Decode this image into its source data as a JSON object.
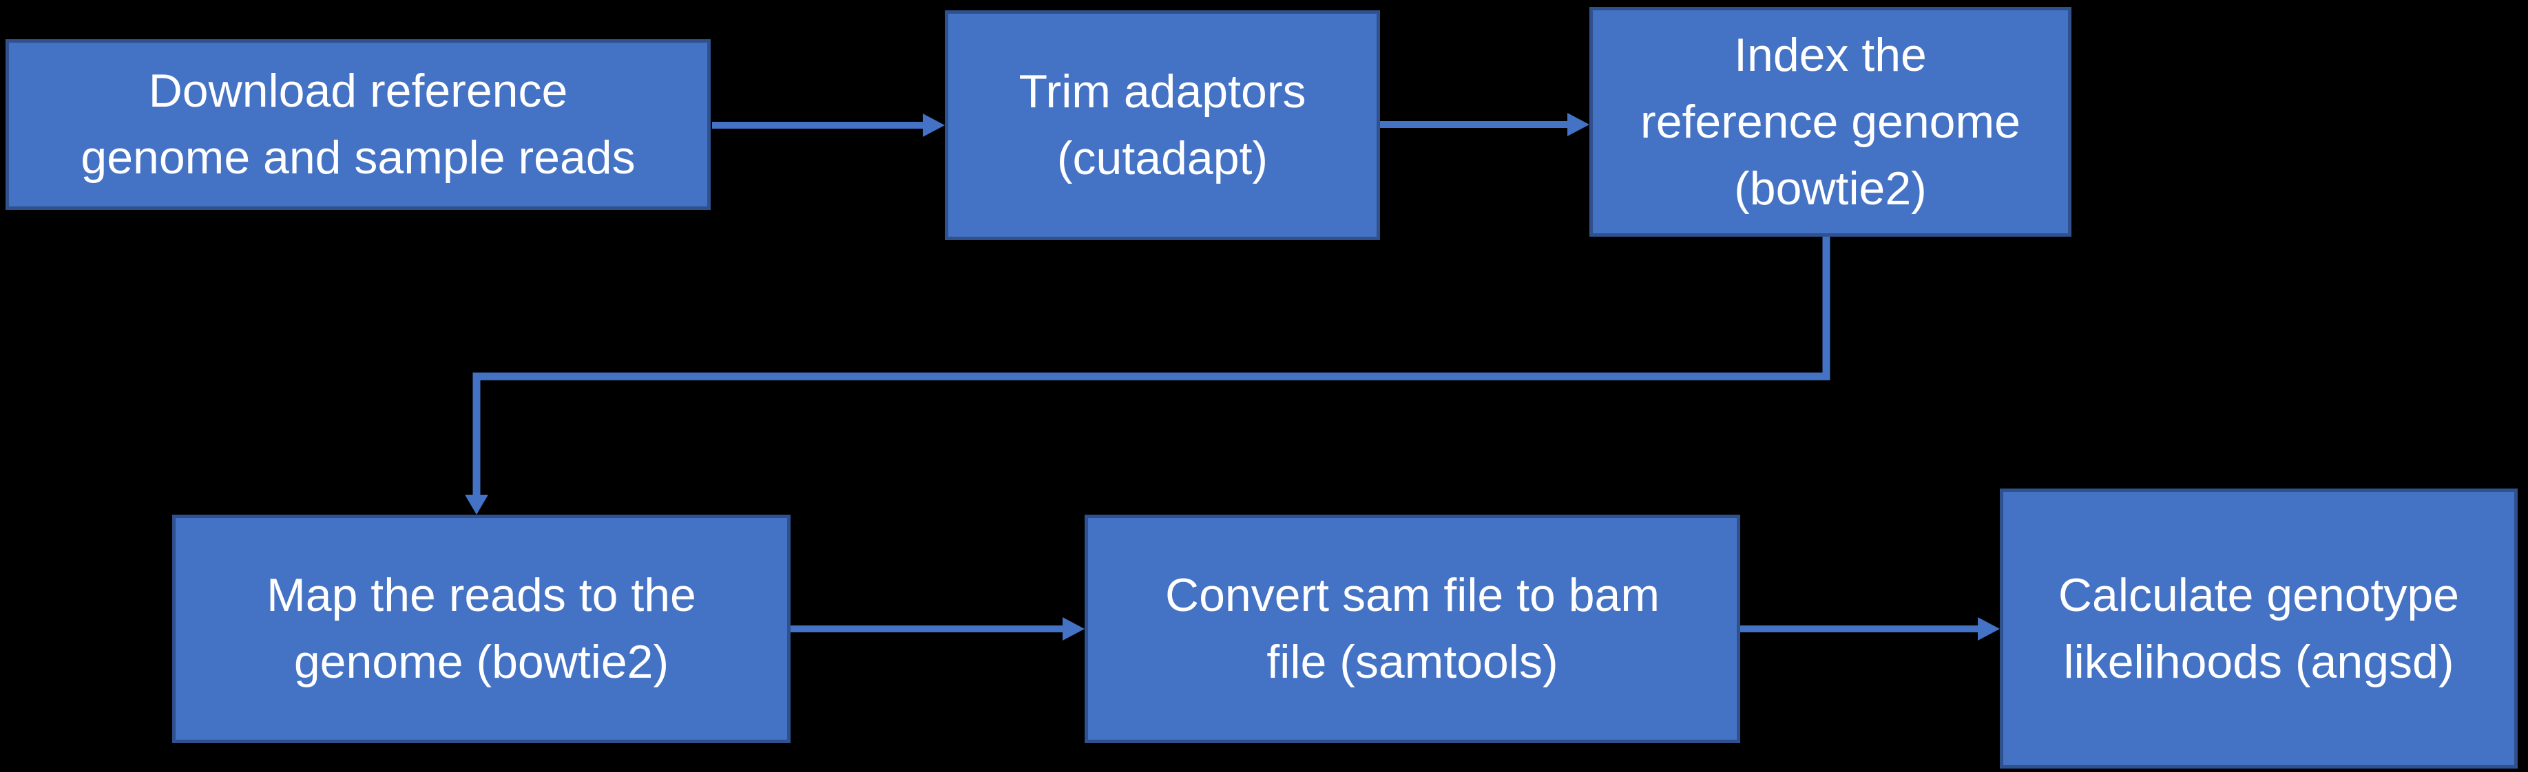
{
  "diagram": {
    "background_color": "#000000",
    "node_fill_color": "#4472C4",
    "node_border_color": "#2F528F",
    "arrow_color": "#4472C4",
    "text_color": "#FFFFFF",
    "nodes": [
      {
        "id": "download",
        "label": "Download reference\ngenome and sample reads"
      },
      {
        "id": "trim",
        "label": "Trim adaptors\n(cutadapt)"
      },
      {
        "id": "index",
        "label": "Index the\nreference genome\n(bowtie2)"
      },
      {
        "id": "map",
        "label": "Map the reads to the\ngenome (bowtie2)"
      },
      {
        "id": "convert",
        "label": "Convert sam file to bam\nfile (samtools)"
      },
      {
        "id": "likelihoods",
        "label": "Calculate genotype\nlikelihoods (angsd)"
      }
    ],
    "edges": [
      {
        "from": "download",
        "to": "trim"
      },
      {
        "from": "trim",
        "to": "index"
      },
      {
        "from": "index",
        "to": "map"
      },
      {
        "from": "map",
        "to": "convert"
      },
      {
        "from": "convert",
        "to": "likelihoods"
      }
    ]
  }
}
